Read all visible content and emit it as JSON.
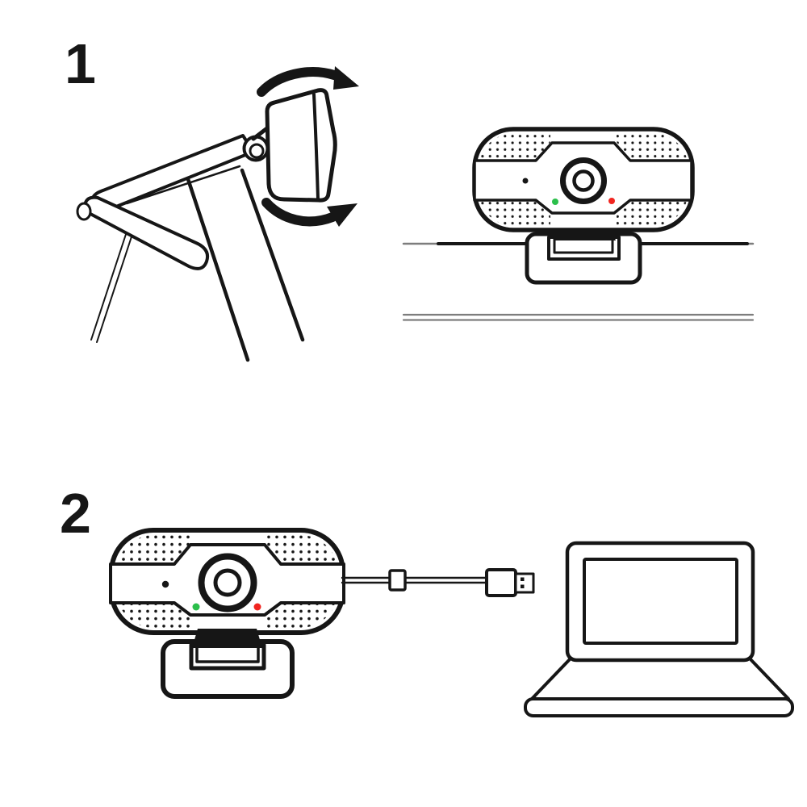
{
  "diagram": {
    "type": "webcam-instruction-manual",
    "background": "#ffffff",
    "steps": [
      {
        "number": "1",
        "name": "adjust-webcam-tilt",
        "elements": [
          "webcam-side-view-on-monitor",
          "tilt-up-arrow",
          "tilt-down-arrow",
          "webcam-front-view-mounted",
          "monitor-top-edge",
          "mount-clip"
        ]
      },
      {
        "number": "2",
        "name": "connect-usb-cable-to-laptop",
        "elements": [
          "webcam-front-view",
          "usb-cable",
          "ferrite-bead",
          "usb-plug",
          "laptop"
        ]
      }
    ]
  },
  "colors": {
    "line": "#161616",
    "monitor_shelf_gray": "#7d7d7d",
    "led_green": "#2bbf4b",
    "led_red": "#f12520"
  }
}
